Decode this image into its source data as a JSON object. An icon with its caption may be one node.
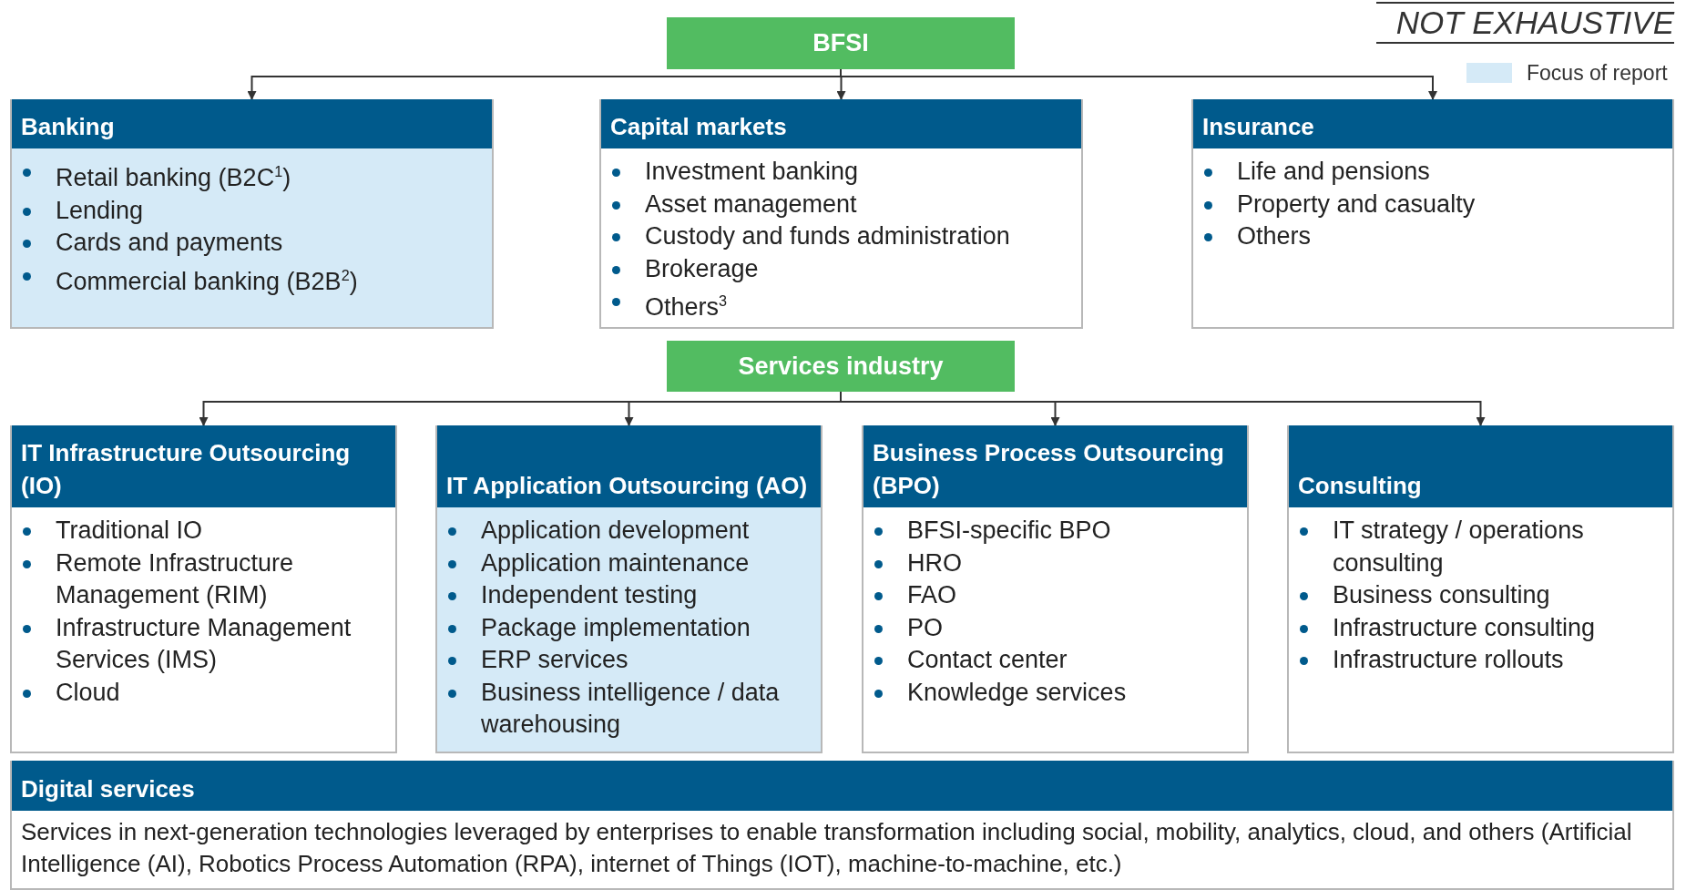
{
  "diagram": {
    "nodes": [
      {
        "text": [
          "BFSI"
        ]
      },
      {
        "text": [
          "Banking",
          "Retail banking (B2C$^{1}$)",
          "Lending",
          "Cards and payments",
          "Commercial banking (B2B$^{2}$)"
        ]
      },
      {
        "text": [
          "Capital markets",
          "Investment banking",
          "Asset management",
          "Custody and funds administration",
          "Brokerage",
          "Others$^{3}$"
        ]
      },
      {
        "text": [
          "Insurance",
          "Life and pensions",
          "Property and casualty",
          "Others"
        ]
      },
      {
        "text": [
          "Services industry"
        ]
      },
      {
        "text": [
          "IT Infrastructure Outsourcing (IO)",
          "Traditional IO",
          "Remote Infrastructure Management (RIM)",
          "Infrastructure Management Services (IMS)",
          "Cloud"
        ]
      },
      {
        "text": [
          "IT Application Outsourcing (AO)",
          "Application development",
          "Application maintenance",
          "Independent testing",
          "Package implementation",
          "ERP services",
          "Business intelligence / data warehousing"
        ]
      },
      {
        "text": [
          "Business Process Outsourcing (BPO)",
          "BFSI-specific BPO",
          "HRO",
          "FAO",
          "PO",
          "Contact center",
          "Knowledge services"
        ]
      },
      {
        "text": [
          "Consulting",
          "IT strategy / operations consulting",
          "Business consulting",
          "Infrastructure consulting",
          "Infrastructure rollouts"
        ]
      },
      {
        "text": [
          "Digital services",
          "Services in next-generation technologies leveraged by enterprises to enable transformation including social, mobility, analytics, cloud, and others (Artificial Intelligence (AI), Robotics Process Automation (RPA), internet of Things (IOT), machine-to-machine, etc.)"
        ]
      }
    ],
    "edges": [
      {
        "from": 0,
        "to": 1,
        "arrow": "to"
      },
      {
        "from": 0,
        "to": 2,
        "arrow": "to"
      },
      {
        "from": 0,
        "to": 3,
        "arrow": "to"
      },
      {
        "from": 4,
        "to": 5,
        "arrow": "to"
      },
      {
        "from": 4,
        "to": 6,
        "arrow": "to"
      },
      {
        "from": 4,
        "to": 7,
        "arrow": "to"
      },
      {
        "from": 4,
        "to": 8,
        "arrow": "to"
      }
    ],
    "labels": [
      "NOT EXHAUSTIVE"
    ],
    "legend": [
      {
        "text": "Focus of report",
        "color": "#d5eaf7"
      }
    ]
  }
}
